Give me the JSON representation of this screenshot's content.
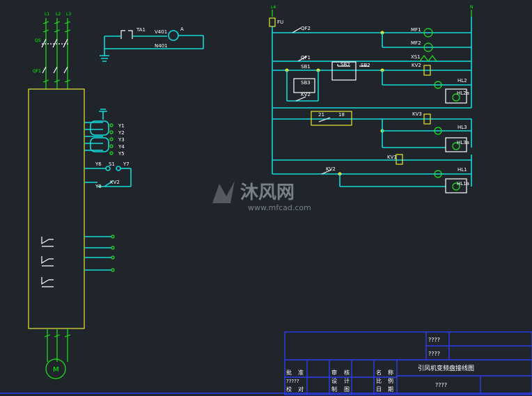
{
  "top_terminals": [
    "L1",
    "L2",
    "L3"
  ],
  "breaker_labels": [
    "QS",
    "QF1"
  ],
  "motor_label": "M",
  "small_circuit": {
    "ta": "TA1",
    "v": "V401",
    "n": "N401",
    "meter": "A"
  },
  "y_terminals": [
    "Y1",
    "Y2",
    "Y3",
    "Y4",
    "Y5"
  ],
  "y_misc": [
    "Y6",
    "S1",
    "Y7",
    "Y8",
    "KV2"
  ],
  "control_top": {
    "l": "L4",
    "n": "N",
    "fuse": "FU"
  },
  "control_labels": {
    "qf2": "QF2",
    "mf1": "MF1",
    "mf2": "MF2",
    "qf1": "QF1",
    "xs1": "XS1",
    "sb1": "SB1",
    "sb2": "SB2",
    "sb3": "SB3",
    "sb4": "SB2",
    "kv2": "KV2",
    "kv2b": "KV2",
    "hl2": "HL2",
    "hl2a": "HL2a",
    "t21": "21",
    "t18": "18",
    "kv3": "KV3",
    "hl3": "HL3",
    "hl3a": "HL3a",
    "kv1": "KV1",
    "kv2c": "KV2",
    "hl1": "HL1",
    "hl1a": "HL1a"
  },
  "watermark": {
    "brand": "沐风网",
    "url": "www.mfcad.com"
  },
  "title_block": {
    "title": "引风机变频盘接线图",
    "q1": "????",
    "q2": "????",
    "q3": "????",
    "row_a": [
      "批",
      "准",
      "审",
      "核",
      "名",
      "称"
    ],
    "row_b": [
      "?????",
      "设",
      "计",
      "比",
      "例"
    ],
    "row_c": [
      "校",
      "对",
      "制",
      "图",
      "日",
      "期"
    ]
  },
  "colors": {
    "cyan": "#14d9d9",
    "green": "#1ee61e",
    "yellow": "#e8e832",
    "blue": "#2f3df0",
    "bg": "#20242b"
  }
}
